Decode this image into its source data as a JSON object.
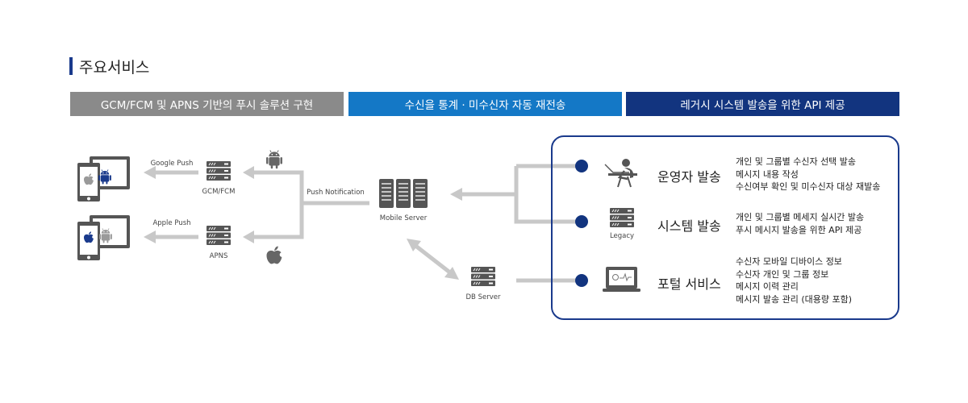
{
  "section": {
    "title": "주요서비스"
  },
  "banners": [
    {
      "label": "GCM/FCM 및 APNS 기반의 푸시 솔루션 구현"
    },
    {
      "label": "수신을 통계 · 미수신자 자동 재전송"
    },
    {
      "label": "레거시 시스템 발송을 위한 API 제공"
    }
  ],
  "nodes": {
    "google_push": "Google Push",
    "apple_push": "Apple Push",
    "gcm_fcm": "GCM/FCM",
    "apns": "APNS",
    "push_notification": "Push Notification",
    "mobile_server": "Mobile Server",
    "db_server": "DB Server",
    "legacy": "Legacy"
  },
  "services": [
    {
      "name": "운영자 발송",
      "icon": "operator-icon",
      "desc": [
        "개인 및 그룹별 수신자 선택 발송",
        "메시지 내용 작성",
        "수신여부 확인 및 미수신자 대상 재발송"
      ]
    },
    {
      "name": "시스템 발송",
      "icon": "server-icon",
      "desc": [
        "개인 및 그룹별 메세지 실시간 발송",
        "푸시 메시지 발송을 위한 API 제공"
      ]
    },
    {
      "name": "포털 서비스",
      "icon": "laptop-icon",
      "desc": [
        "수신자 모바일 디바이스 정보",
        "수신자 개인 및 그룹 정보",
        "메시지 이력 관리",
        "메시지 발송 관리 (대용량 포함)"
      ]
    }
  ],
  "colors": {
    "banner_gray": "#8a8a8a",
    "banner_blue": "#1478c6",
    "banner_navy": "#12347f",
    "accent": "#1a3a8c",
    "connector": "#c8c8c8",
    "icon_dark": "#555555"
  }
}
